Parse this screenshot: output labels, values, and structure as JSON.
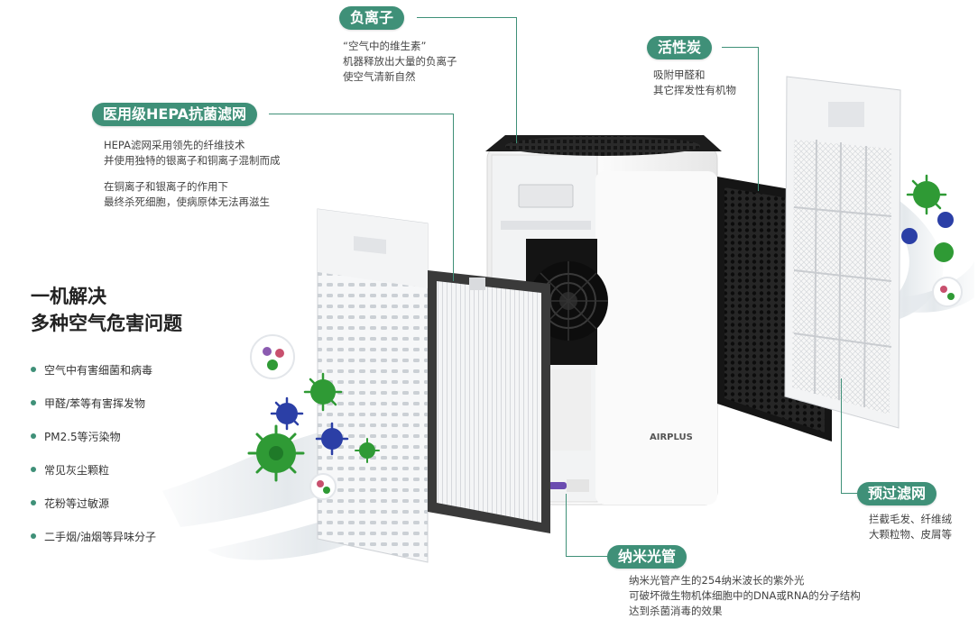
{
  "colors": {
    "accent": "#3f9078",
    "virus_green": "#2f9a35",
    "virus_blue": "#2b3fa6",
    "virus_pink": "#c8506e"
  },
  "product": {
    "brand": "AIRPLUS"
  },
  "headline": {
    "line1": "一机解决",
    "line2": "多种空气危害问题"
  },
  "benefits": [
    "空气中有害细菌和病毒",
    "甲醛/苯等有害挥发物",
    "PM2.5等污染物",
    "常见灰尘颗粒",
    "花粉等过敏源",
    "二手烟/油烟等异味分子"
  ],
  "features": {
    "anion": {
      "title": "负离子",
      "lines": [
        "“空气中的维生素”",
        "机器释放出大量的负离子",
        "使空气清新自然"
      ]
    },
    "carbon": {
      "title": "活性炭",
      "lines": [
        "吸附甲醛和",
        "其它挥发性有机物"
      ]
    },
    "hepa": {
      "title": "医用级HEPA抗菌滤网",
      "lines": [
        "HEPA滤网采用领先的纤维技术",
        "并使用独特的银离子和铜离子混制而成",
        "",
        "在铜离子和银离子的作用下",
        "最终杀死细胞，使病原体无法再滋生"
      ]
    },
    "prefilter": {
      "title": "预过滤网",
      "lines": [
        "拦截毛发、纤维绒",
        "大颗粒物、皮屑等"
      ]
    },
    "nanotube": {
      "title": "纳米光管",
      "lines": [
        "纳米光管产生的254纳米波长的紫外光",
        "可破坏微生物机体细胞中的DNA或RNA的分子结构",
        "达到杀菌消毒的效果"
      ]
    }
  }
}
